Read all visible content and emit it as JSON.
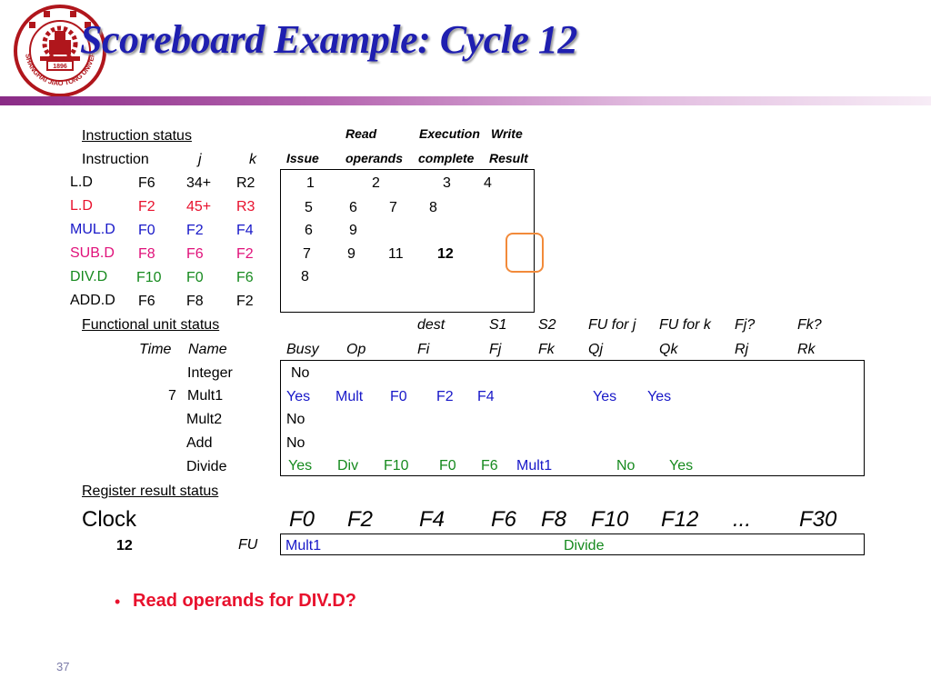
{
  "title": "Scoreboard Example:  Cycle 12",
  "instruction_status": {
    "label": "Instruction status",
    "col_instruction": "Instruction",
    "col_j": "j",
    "col_k": "k",
    "hdr_read": "Read",
    "hdr_exec": "Execution",
    "hdr_write": "Write",
    "hdr_issue": "Issue",
    "hdr_operands": "operands",
    "hdr_complete": "complete",
    "hdr_result": "Result",
    "rows": [
      {
        "op": "L.D",
        "dest": "F6",
        "j": "34+",
        "k": "R2",
        "issue": "1",
        "read": "2",
        "exec": "3",
        "write": "4"
      },
      {
        "op": "L.D",
        "dest": "F2",
        "j": "45+",
        "k": "R3",
        "issue": "5",
        "read": "6",
        "exec": "7",
        "write": "8"
      },
      {
        "op": "MUL.D",
        "dest": "F0",
        "j": "F2",
        "k": "F4",
        "issue": "6",
        "read": "9",
        "exec": "",
        "write": ""
      },
      {
        "op": "SUB.D",
        "dest": "F8",
        "j": "F6",
        "k": "F2",
        "issue": "7",
        "read": "9",
        "exec": "11",
        "write": "12"
      },
      {
        "op": "DIV.D",
        "dest": "F10",
        "j": "F0",
        "k": "F6",
        "issue": "8",
        "read": "",
        "exec": "",
        "write": ""
      },
      {
        "op": "ADD.D",
        "dest": "F6",
        "j": "F8",
        "k": "F2",
        "issue": "",
        "read": "",
        "exec": "",
        "write": ""
      }
    ]
  },
  "functional_unit_status": {
    "label": "Functional unit status",
    "hdr1": {
      "dest": "dest",
      "s1": "S1",
      "s2": "S2",
      "fuj": "FU for j",
      "fuk": "FU for k",
      "fjq": "Fj?",
      "fkq": "Fk?"
    },
    "hdr2": {
      "time": "Time",
      "name": "Name",
      "busy": "Busy",
      "op": "Op",
      "fi": "Fi",
      "fj": "Fj",
      "fk": "Fk",
      "qj": "Qj",
      "qk": "Qk",
      "rj": "Rj",
      "rk": "Rk"
    },
    "rows": [
      {
        "time": "",
        "name": "Integer",
        "busy": "No",
        "op": "",
        "fi": "",
        "fj": "",
        "fk": "",
        "qj": "",
        "qk": "",
        "rj": "",
        "rk": ""
      },
      {
        "time": "7",
        "name": "Mult1",
        "busy": "Yes",
        "op": "Mult",
        "fi": "F0",
        "fj": "F2",
        "fk": "F4",
        "qj": "",
        "qk": "",
        "rj": "Yes",
        "rk": "Yes"
      },
      {
        "time": "",
        "name": "Mult2",
        "busy": "No",
        "op": "",
        "fi": "",
        "fj": "",
        "fk": "",
        "qj": "",
        "qk": "",
        "rj": "",
        "rk": ""
      },
      {
        "time": "",
        "name": "Add",
        "busy": "No",
        "op": "",
        "fi": "",
        "fj": "",
        "fk": "",
        "qj": "",
        "qk": "",
        "rj": "",
        "rk": ""
      },
      {
        "time": "",
        "name": "Divide",
        "busy": "Yes",
        "op": "Div",
        "fi": "F10",
        "fj": "F0",
        "fk": "F6",
        "qj": "Mult1",
        "qk": "",
        "rj": "No",
        "rk": "Yes"
      }
    ]
  },
  "register_result_status": {
    "label": "Register result status",
    "clock_label": "Clock",
    "clock_value": "12",
    "fu_label": "FU",
    "registers": [
      "F0",
      "F2",
      "F4",
      "F6",
      "F8",
      "F10",
      "F12",
      "...",
      "F30"
    ],
    "fu_values": {
      "F0": "Mult1",
      "F10": "Divide"
    }
  },
  "bullet": "Read operands for DIV.D?",
  "page_number": "37",
  "colors": {
    "title": "#1f1fb0",
    "red": "#e8112d",
    "blue": "#1818c8",
    "magenta": "#e0117a",
    "green": "#168a1e",
    "highlight": "#f28a3a",
    "logo": "#b0161c"
  },
  "logo": {
    "emblem": "university-seal",
    "text": "SHANGHAI JIAO TONG UNIVERSITY",
    "year": "1896"
  }
}
